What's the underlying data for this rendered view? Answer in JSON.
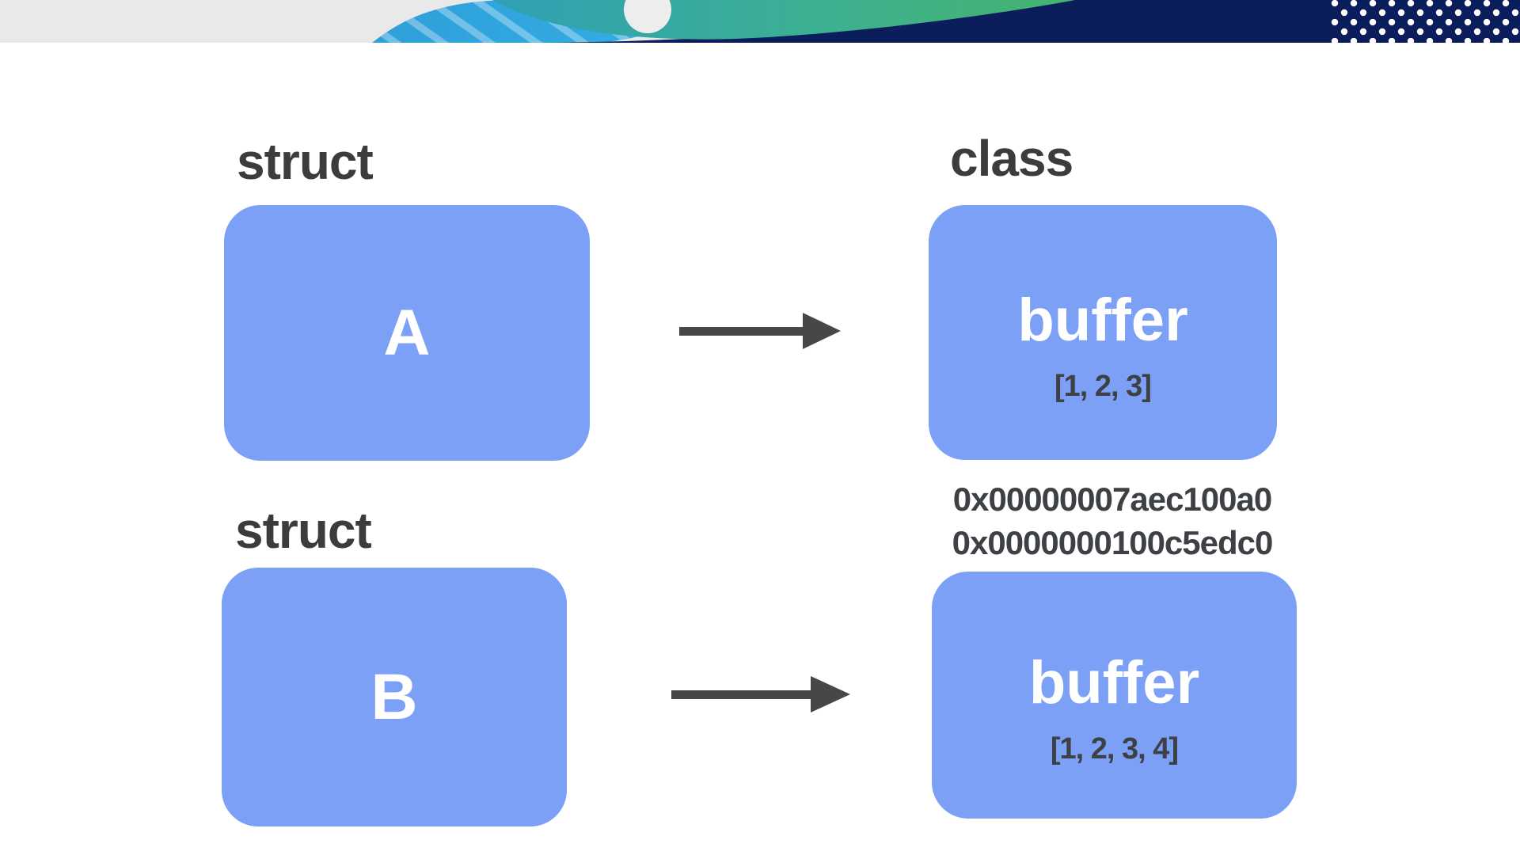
{
  "slide": {
    "row1": {
      "label": "struct",
      "box_text": "A",
      "target_title": "buffer",
      "target_contents": "[1, 2, 3]"
    },
    "class_label": "class",
    "addresses": {
      "line1": "0x00000007aec100a0",
      "line2": "0x0000000100c5edc0"
    },
    "row2": {
      "label": "struct",
      "box_text": "B",
      "target_title": "buffer",
      "target_contents": "[1, 2, 3, 4]"
    }
  },
  "colors": {
    "box_blue": "#7ba0f5",
    "dark_text": "#3c3c3c",
    "box_contents_text": "#3d4044",
    "arrow_gray": "#474747",
    "navy": "#0b1d5b",
    "header_gray": "#e9e9e9",
    "teal": "#2fa9ae",
    "green_band": "#12805a",
    "stripe_blue": "#2d9fd8",
    "footer_gray": "#eaeaea",
    "white": "#ffffff"
  }
}
